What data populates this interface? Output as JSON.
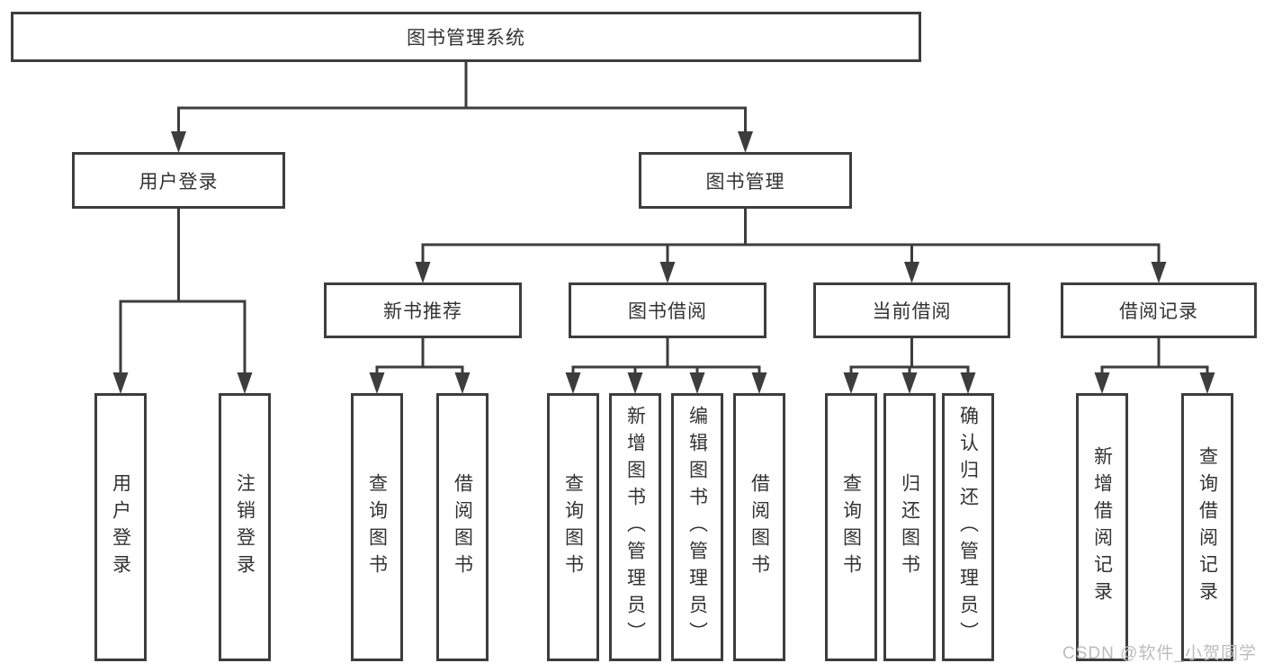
{
  "diagram": {
    "root": {
      "id": "system",
      "label": "图书管理系统",
      "children": [
        {
          "id": "user-login",
          "label": "用户登录",
          "children": [
            {
              "id": "user-login-action",
              "label": "用户登录",
              "vertical": true
            },
            {
              "id": "logout-action",
              "label": "注销登录",
              "vertical": true
            }
          ]
        },
        {
          "id": "book-management",
          "label": "图书管理",
          "children": [
            {
              "id": "new-book-recommend",
              "label": "新书推荐",
              "children": [
                {
                  "id": "query-books-recommend",
                  "label": "查询图书",
                  "vertical": true
                },
                {
                  "id": "borrow-books-recommend",
                  "label": "借阅图书",
                  "vertical": true
                }
              ]
            },
            {
              "id": "book-borrow",
              "label": "图书借阅",
              "children": [
                {
                  "id": "query-books-borrow",
                  "label": "查询图书",
                  "vertical": true
                },
                {
                  "id": "add-books-admin",
                  "label": "新增图书（管理员）",
                  "vertical": true
                },
                {
                  "id": "edit-books-admin",
                  "label": "编辑图书（管理员）",
                  "vertical": true
                },
                {
                  "id": "borrow-books-borrow",
                  "label": "借阅图书",
                  "vertical": true
                }
              ]
            },
            {
              "id": "current-borrow",
              "label": "当前借阅",
              "children": [
                {
                  "id": "query-books-current",
                  "label": "查询图书",
                  "vertical": true
                },
                {
                  "id": "return-books",
                  "label": "归还图书",
                  "vertical": true
                },
                {
                  "id": "confirm-return-admin",
                  "label": "确认归还（管理员）",
                  "vertical": true
                }
              ]
            },
            {
              "id": "borrow-records",
              "label": "借阅记录",
              "children": [
                {
                  "id": "add-borrow-record",
                  "label": "新增借阅记录",
                  "vertical": true
                },
                {
                  "id": "query-borrow-record",
                  "label": "查询借阅记录",
                  "vertical": true
                }
              ]
            }
          ]
        }
      ]
    }
  },
  "watermark": {
    "text": "CSDN @软件_小贺同学"
  },
  "colors": {
    "line": "#3d3d3d",
    "text": "#333333",
    "watermark": "#bcbcbc",
    "background": "#ffffff"
  }
}
